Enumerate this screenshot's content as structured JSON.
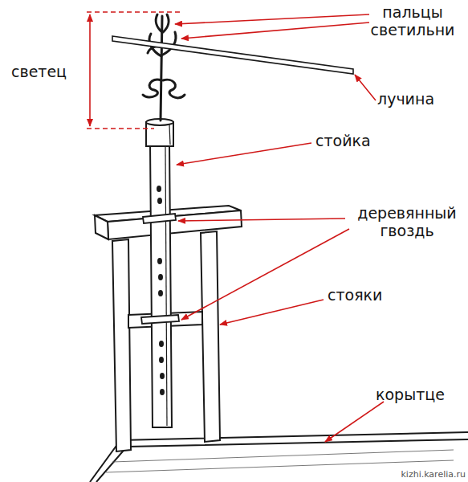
{
  "diagram": {
    "labels": [
      "пальцы светильни",
      "светец",
      "лучина",
      "стойка",
      "деревянный гвоздь",
      "стояки",
      "корытце",
      "kizhi.karelia.ru"
    ]
  }
}
